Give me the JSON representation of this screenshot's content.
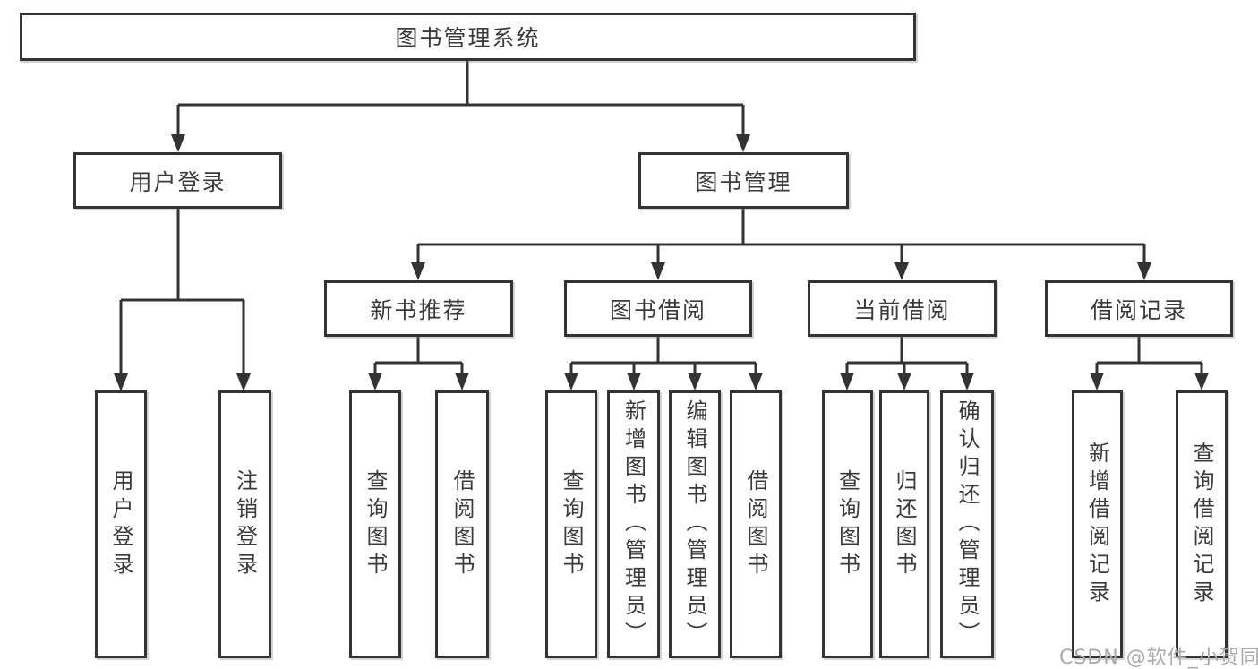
{
  "diagram": {
    "root": {
      "label": "图书管理系统"
    },
    "level2": [
      {
        "label": "用户登录"
      },
      {
        "label": "图书管理"
      }
    ],
    "level3": [
      {
        "label": "新书推荐"
      },
      {
        "label": "图书借阅"
      },
      {
        "label": "当前借阅"
      },
      {
        "label": "借阅记录"
      }
    ],
    "leaves": {
      "user_login": [
        {
          "label": "用户登录"
        },
        {
          "label": "注销登录"
        }
      ],
      "new_books": [
        {
          "label": "查询图书"
        },
        {
          "label": "借阅图书"
        }
      ],
      "book_borrow": [
        {
          "label": "查询图书"
        },
        {
          "label": "新增图书（管理员）"
        },
        {
          "label": "编辑图书（管理员）"
        },
        {
          "label": "借阅图书"
        }
      ],
      "current_borrow": [
        {
          "label": "查询图书"
        },
        {
          "label": "归还图书"
        },
        {
          "label": "确认归还（管理员）"
        }
      ],
      "borrow_records": [
        {
          "label": "新增借阅记录"
        },
        {
          "label": "查询借阅记录"
        }
      ]
    },
    "watermark": "CSDN @软件_小贺同学",
    "colors": {
      "line": "#333333",
      "text": "#3a3a3a",
      "watermark": "#a9a9a9",
      "background": "#ffffff"
    }
  }
}
